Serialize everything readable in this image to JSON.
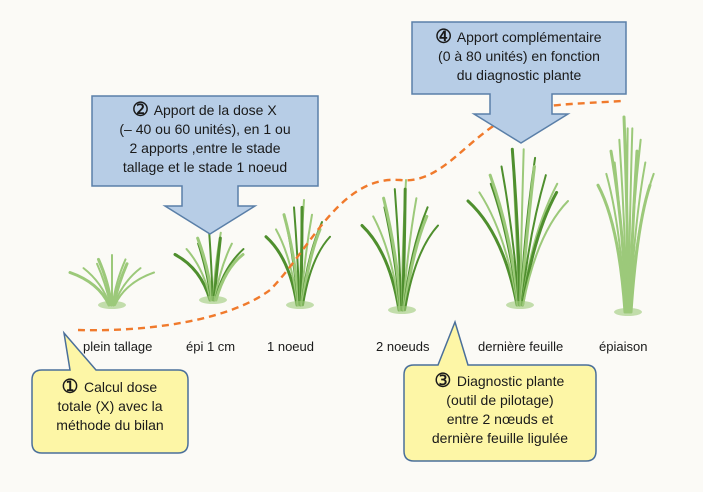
{
  "stages": [
    {
      "label": "plein tallage"
    },
    {
      "label": "épi 1 cm"
    },
    {
      "label": "1 noeud"
    },
    {
      "label": "2 noeuds"
    },
    {
      "label": "dernière feuille"
    },
    {
      "label": "épiaison"
    }
  ],
  "callouts": {
    "c1": {
      "number": "➀",
      "lines": [
        "Calcul dose",
        "totale (X) avec la",
        "méthode du bilan"
      ]
    },
    "c2": {
      "number": "➁",
      "lines": [
        "Apport de la dose X",
        "(– 40 ou 60 unités), en 1 ou",
        "2 apports ,entre le stade",
        "tallage et le stade 1 noeud"
      ]
    },
    "c3": {
      "number": "➂",
      "lines": [
        "Diagnostic plante",
        "(outil de pilotage)",
        "entre 2 nœuds et",
        "dernière feuille ligulée"
      ]
    },
    "c4": {
      "number": "➃",
      "lines": [
        "Apport complémentaire",
        "(0 à 80 unités) en fonction",
        "du diagnostic plante"
      ]
    }
  },
  "colors": {
    "blue_fill": "#b7cde6",
    "blue_stroke": "#5a7fa8",
    "yellow_fill": "#fdf6a6",
    "yellow_stroke": "#4a6f9a",
    "curve": "#f07a2c",
    "leaf_dark": "#4f8f2e",
    "leaf_light": "#9cc97a"
  }
}
